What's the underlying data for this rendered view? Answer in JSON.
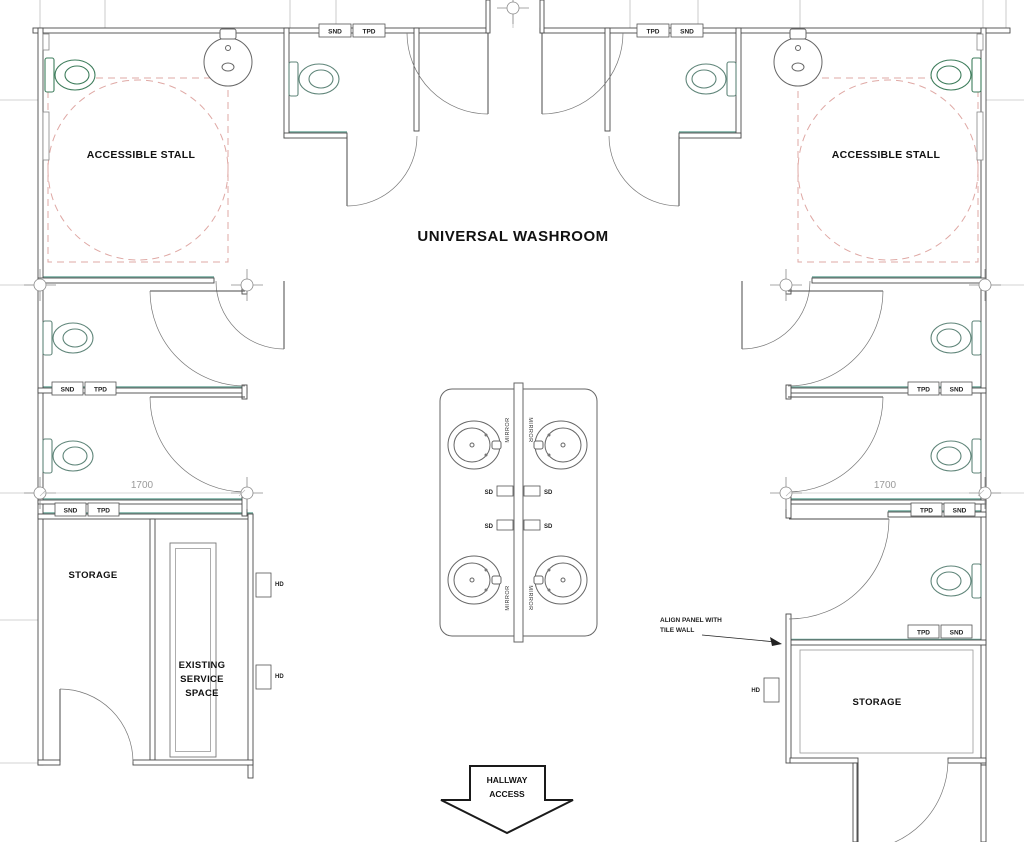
{
  "title": "UNIVERSAL WASHROOM",
  "rooms": {
    "accessible_stall": "ACCESSIBLE STALL",
    "storage": "STORAGE",
    "service_line1": "EXISTING",
    "service_line2": "SERVICE",
    "service_line3": "SPACE"
  },
  "dispensers": {
    "snd": "SND",
    "tpd": "TPD",
    "hd": "HD",
    "sd": "SD",
    "mirror": "MIRROR"
  },
  "dimensions": {
    "stall_width": "1700"
  },
  "notes": {
    "align_panel_line1": "ALIGN PANEL WITH",
    "align_panel_line2": "TILE WALL",
    "hallway_line1": "HALLWAY",
    "hallway_line2": "ACCESS"
  },
  "colors": {
    "wall": "#4a4a4a",
    "tile_accent_teal": "#6fa89b",
    "turning_circle_pink": "#dfa8a4",
    "accessible_fixture_green": "#3e7d5c"
  }
}
